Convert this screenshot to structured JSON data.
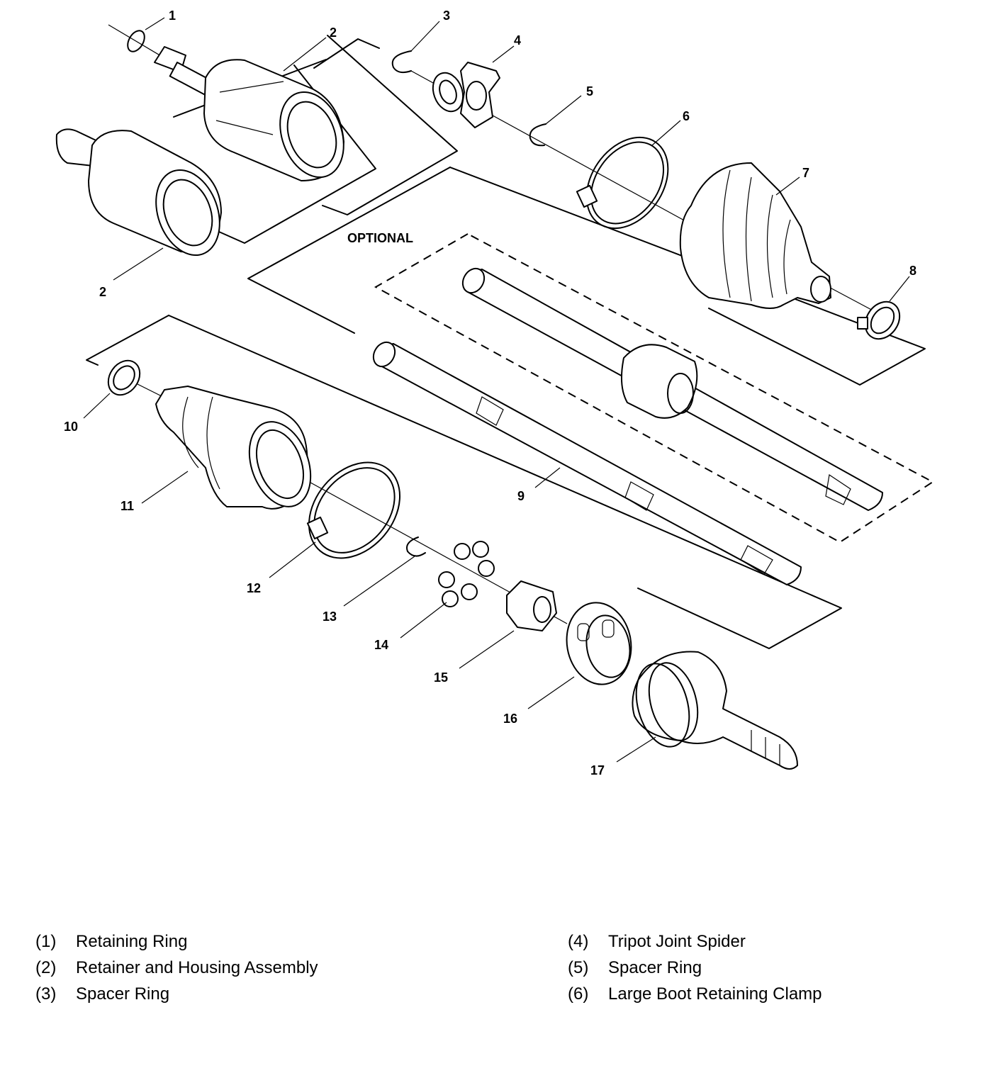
{
  "diagram": {
    "optional_label": "OPTIONAL",
    "callouts": [
      "1",
      "2",
      "2",
      "3",
      "4",
      "5",
      "6",
      "7",
      "8",
      "9",
      "10",
      "11",
      "12",
      "13",
      "14",
      "15",
      "16",
      "17"
    ]
  },
  "legend": {
    "left": [
      {
        "num": "(1)",
        "text": "Retaining Ring"
      },
      {
        "num": "(2)",
        "text": "Retainer and Housing Assembly"
      },
      {
        "num": "(3)",
        "text": "Spacer Ring"
      }
    ],
    "right": [
      {
        "num": "(4)",
        "text": "Tripot Joint Spider"
      },
      {
        "num": "(5)",
        "text": "Spacer Ring"
      },
      {
        "num": "(6)",
        "text": "Large Boot Retaining Clamp"
      }
    ]
  }
}
